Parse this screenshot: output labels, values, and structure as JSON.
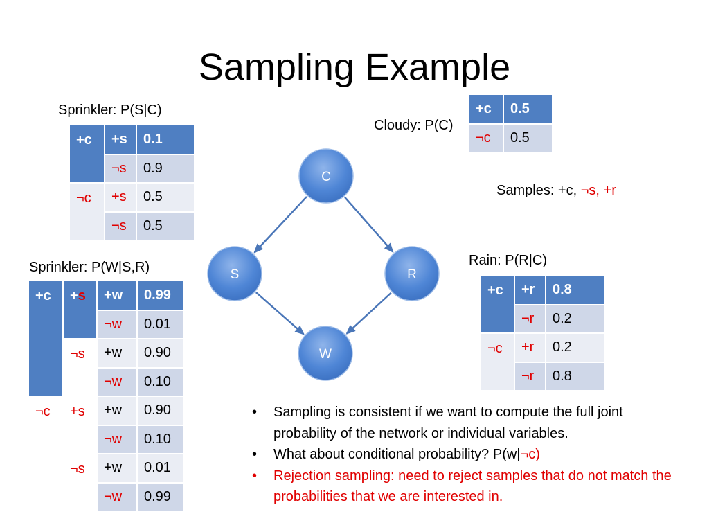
{
  "slide": {
    "title": "Sampling Example"
  },
  "labels": {
    "sprinkler_sc": "Sprinkler: P(S|C)",
    "cloudy_c": "Cloudy: P(C)",
    "samples_prefix": "Samples: +c, ",
    "samples_red": "¬s, +r",
    "sprinkler_wsr": "Sprinkler: P(W|S,R)",
    "rain_rc": "Rain: P(R|C)"
  },
  "tables": {
    "cloudy": {
      "rows": [
        {
          "c": "+c",
          "p": "0.5"
        },
        {
          "c": "¬c",
          "p": "0.5"
        }
      ]
    },
    "sprinkler": {
      "rows": [
        {
          "c": "+c",
          "s": "+s",
          "p": "0.1"
        },
        {
          "s": "¬s",
          "p": "0.9"
        },
        {
          "c": "¬c",
          "s": "+s",
          "p": "0.5"
        },
        {
          "s": "¬s",
          "p": "0.5"
        }
      ]
    },
    "rain": {
      "rows": [
        {
          "c": "+c",
          "r": "+r",
          "p": "0.8"
        },
        {
          "r": "¬r",
          "p": "0.2"
        },
        {
          "c": "¬c",
          "r": "+r",
          "p": "0.2"
        },
        {
          "r": "¬r",
          "p": "0.8"
        }
      ]
    },
    "wet": {
      "rows": [
        {
          "c": "+c",
          "s_plus": "+",
          "s_red": "s",
          "w": "+w",
          "p": "0.99"
        },
        {
          "w": "¬w",
          "p": "0.01"
        },
        {
          "s": "¬s",
          "w": "+w",
          "p": "0.90"
        },
        {
          "w": "¬w",
          "p": "0.10"
        },
        {
          "c": "¬c",
          "s": "+s",
          "w": "+w",
          "p": "0.90"
        },
        {
          "w": "¬w",
          "p": "0.10"
        },
        {
          "s": "¬s",
          "w": "+w",
          "p": "0.01"
        },
        {
          "w": "¬w",
          "p": "0.99"
        }
      ]
    }
  },
  "network": {
    "nodes": [
      {
        "id": "C",
        "label": "C"
      },
      {
        "id": "S",
        "label": "S"
      },
      {
        "id": "R",
        "label": "R"
      },
      {
        "id": "W",
        "label": "W"
      }
    ],
    "edges": [
      {
        "from": "C",
        "to": "S"
      },
      {
        "from": "C",
        "to": "R"
      },
      {
        "from": "S",
        "to": "W"
      },
      {
        "from": "R",
        "to": "W"
      }
    ],
    "node_color": "#4f86d6"
  },
  "bullets": [
    {
      "dot": "•",
      "text": "Sampling is consistent if we want to compute the full joint probability of the network or individual variables."
    },
    {
      "dot": "•",
      "text_prefix": "What about conditional probability? P(w|",
      "text_red": "¬c)"
    },
    {
      "dot": "•",
      "text": "Rejection sampling: need to reject samples that do not match the probabilities that we are interested in.",
      "red": true
    }
  ],
  "colors": {
    "header_blue": "#4f7fc2",
    "cell_light": "#cfd7e8",
    "cell_pale": "#eaedf4",
    "accent_red": "#e00000"
  }
}
